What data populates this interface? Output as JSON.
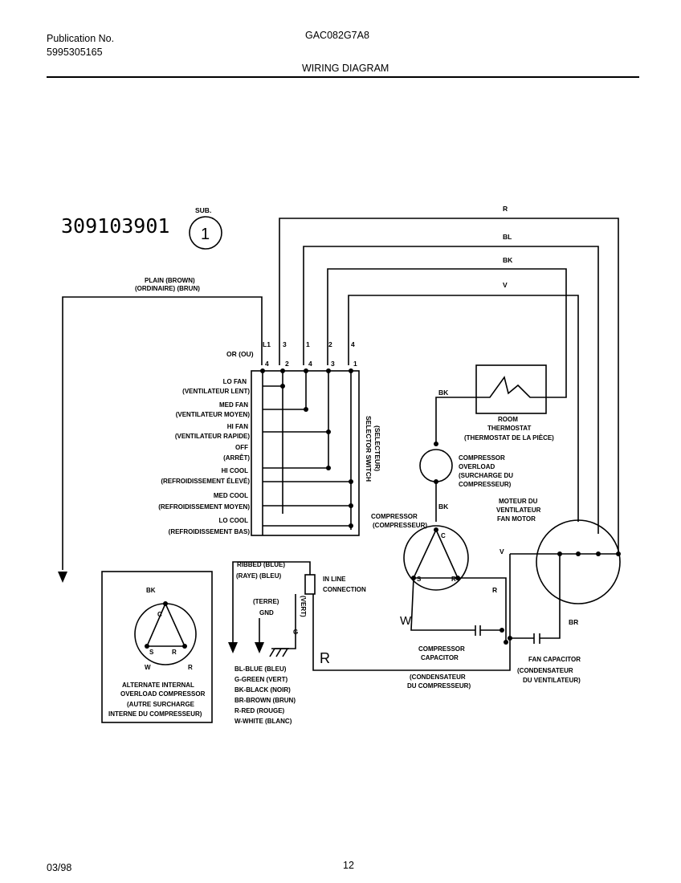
{
  "header": {
    "publication_label": "Publication No.",
    "publication_number": "5995305165",
    "model": "GAC082G7A8",
    "section_title": "WIRING DIAGRAM"
  },
  "footer": {
    "date": "03/98",
    "page_number": "12"
  },
  "diagram": {
    "diagram_number": "309103901",
    "sub_label": "SUB.",
    "sub_number": "1",
    "plain_wire": [
      "PLAIN   (BROWN)",
      "(ORDINAIRE)   (BRUN)"
    ],
    "or_label": "OR (OU)",
    "terminal_top_labels": [
      "L1",
      "3",
      "1",
      "2",
      "4"
    ],
    "terminal_bottom_labels": [
      "4",
      "2",
      "4",
      "3",
      "1"
    ],
    "selector_switch": [
      "SELECTOR SWITCH",
      "(SELECTEUR)"
    ],
    "switch_positions": [
      [
        "LO FAN",
        "(VENTILATEUR LENT)"
      ],
      [
        "MED FAN",
        "(VENTILATEUR MOYEN)"
      ],
      [
        "HI FAN",
        "(VENTILATEUR RAPIDE)"
      ],
      [
        "OFF",
        "(ARRÊT)"
      ],
      [
        "HI COOL",
        "(REFROIDISSEMENT ÉLEVÉ)"
      ],
      [
        "MED COOL",
        "(REFROIDISSEMENT MOYEN)"
      ],
      [
        "LO COOL",
        "(REFROIDISSEMENT BAS)"
      ]
    ],
    "wire_labels": {
      "r": "R",
      "bl": "BL",
      "bk": "BK",
      "v": "V",
      "bk_thermo": "BK",
      "bk_comp": "BK",
      "v_fan": "V",
      "r_comp": "R",
      "br_fan": "BR",
      "w_cap": "W",
      "r_bottom": "R"
    },
    "room_thermostat": [
      "ROOM",
      "THERMOSTAT",
      "(THERMOSTAT DE LA PIÈCE)"
    ],
    "compressor_overload": [
      "COMPRESSOR",
      "OVERLOAD",
      "(SURCHARGE DU",
      "COMPRESSEUR)"
    ],
    "compressor": [
      "COMPRESSOR",
      "(COMPRESSEUR)"
    ],
    "compressor_terminals": [
      "C",
      "S",
      "R"
    ],
    "fan_motor": [
      "MOTEUR DU",
      "VENTILATEUR",
      "FAN MOTOR"
    ],
    "ribbed_wire": [
      "RIBBED   (BLUE)",
      "(RAYE)   (BLEU)"
    ],
    "in_line_connection": [
      "IN LINE",
      "CONNECTION"
    ],
    "ground": [
      "(TERRE)",
      "GND"
    ],
    "ground_wire": [
      "G",
      "(VERT)"
    ],
    "compressor_capacitor": [
      "COMPRESSOR",
      "CAPACITOR",
      "(CONDENSATEUR",
      "DU COMPRESSEUR)"
    ],
    "fan_capacitor": [
      "FAN CAPACITOR",
      "(CONDENSATEUR",
      "DU VENTILATEUR)"
    ],
    "color_legend": [
      "BL-BLUE (BLEU)",
      "G-GREEN (VERT)",
      "BK-BLACK (NOIR)",
      "BR-BROWN (BRUN)",
      "R-RED (ROUGE)",
      "W-WHITE (BLANC)"
    ],
    "alternate_overload": [
      "ALTERNATE INTERNAL",
      "OVERLOAD COMPRESSOR",
      "(AUTRE SURCHARGE",
      "INTERNE DU COMPRESSEUR)"
    ],
    "alt_labels": {
      "bk": "BK",
      "c": "C",
      "s": "S",
      "r": "R",
      "w": "W",
      "r2": "R"
    }
  }
}
